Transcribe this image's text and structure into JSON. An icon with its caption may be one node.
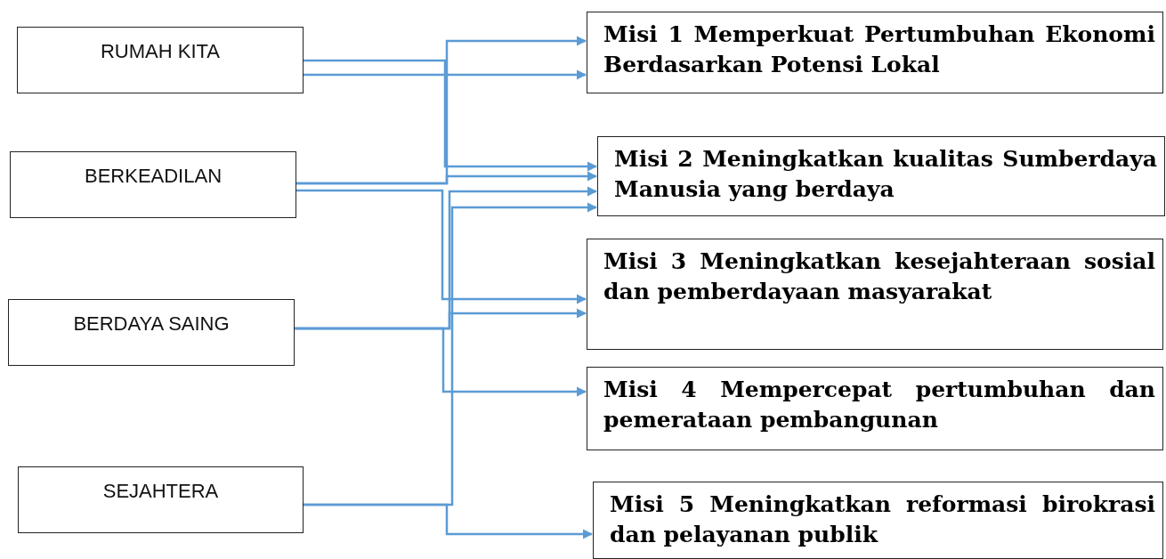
{
  "diagram": {
    "nodes": [
      {
        "text": [
          "RUMAH KITA"
        ]
      },
      {
        "text": [
          "BERKEADILAN"
        ]
      },
      {
        "text": [
          "BERDAYA SAING"
        ]
      },
      {
        "text": [
          "SEJAHTERA"
        ]
      },
      {
        "text": [
          "Misi 1 Memperkuat Pertumbuhan Ekonomi Berdasarkan Potensi Lokal"
        ]
      },
      {
        "text": [
          "Misi 2 Meningkatkan kualitas Sumberdaya Manusia yang berdaya"
        ]
      },
      {
        "text": [
          "Misi 3 Meningkatkan kesejahteraan sosial dan pemberdayaan masyarakat"
        ]
      },
      {
        "text": [
          "Misi 4 Mempercepat pertumbuhan dan pemerataan pembangunan"
        ]
      },
      {
        "text": [
          "Misi 5 Meningkatkan reformasi birokrasi dan pelayanan publik"
        ]
      }
    ],
    "edges": [
      {
        "from": 0,
        "to": 4,
        "arrow": "to"
      },
      {
        "from": 0,
        "to": 5,
        "arrow": "to"
      },
      {
        "from": 1,
        "to": 4,
        "arrow": "to"
      },
      {
        "from": 1,
        "to": 5,
        "arrow": "to"
      },
      {
        "from": 1,
        "to": 6,
        "arrow": "to"
      },
      {
        "from": 2,
        "to": 5,
        "arrow": "to"
      },
      {
        "from": 2,
        "to": 6,
        "arrow": "to"
      },
      {
        "from": 2,
        "to": 7,
        "arrow": "to"
      },
      {
        "from": 3,
        "to": 5,
        "arrow": "to"
      },
      {
        "from": 3,
        "to": 8,
        "arrow": "to"
      }
    ]
  }
}
